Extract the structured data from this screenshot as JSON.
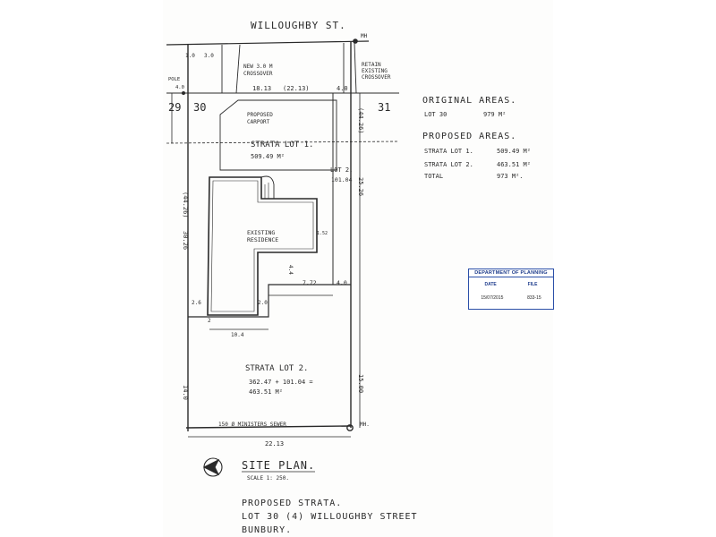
{
  "street_name": "WILLOUGHBY ST.",
  "mh_top": "MH",
  "mh_bottom": "MH.",
  "crossover_new": [
    "NEW 3.0 M",
    "CROSSOVER"
  ],
  "crossover_retain": [
    "RETAIN",
    "EXISTING",
    "CROSSOVER"
  ],
  "pole": [
    "POLE",
    "4.0"
  ],
  "lot_29": "29",
  "lot_30": "30",
  "lot_31": "31",
  "carport": [
    "PROPOSED",
    "CARPORT"
  ],
  "strata_lot_1": [
    "STRATA LOT 1.",
    "509.49 M²"
  ],
  "lot_2_strip": [
    "LOT 2.",
    "101.04"
  ],
  "residence": [
    "EXISTING",
    "RESIDENCE"
  ],
  "strata_lot_2": [
    "STRATA LOT 2.",
    "362.47 + 101.04 =",
    "463.51 M²"
  ],
  "sewer": "150 Ø MINISTERS SEWER",
  "dimensions": {
    "d_1_0": "1.0",
    "d_3_0": "3.0",
    "d_18_13": "18.13",
    "d_22_13_top": "(22.13)",
    "d_4_0_top": "4.0",
    "d_44_26_left": "(44.26)",
    "d_44_26_right": "(44.26)",
    "d_30_26": "30.26",
    "d_25_26": "25.26",
    "d_1_52": "1.52",
    "d_4_4": "4.4",
    "d_7_72": "7.72",
    "d_4_0_mid": "4.0",
    "d_2_6": "2.6",
    "d_2_0": "2.0",
    "d_2": "2",
    "d_10_4": "10.4",
    "d_14_0": "14.0",
    "d_15_00": "15.00",
    "d_22_13_bottom": "22.13"
  },
  "areas": {
    "original_heading": "ORIGINAL AREAS.",
    "original_lot_label": "LOT 30",
    "original_lot_value": "979 M²",
    "proposed_heading": "PROPOSED AREAS.",
    "rows": [
      {
        "label": "STRATA LOT 1.",
        "value": "509.49 M²"
      },
      {
        "label": "STRATA LOT 2.",
        "value": "463.51 M²"
      },
      {
        "label": "TOTAL",
        "value": "973 M²."
      }
    ]
  },
  "stamp": {
    "title": "DEPARTMENT OF PLANNING",
    "date_label": "DATE",
    "file_label": "FILE",
    "date_value": "15/07/2015",
    "file_value": "833-15"
  },
  "site_plan_title": "SITE PLAN.",
  "scale": "SCALE 1: 250.",
  "footer": [
    "PROPOSED STRATA.",
    "LOT 30 (4) WILLOUGHBY STREET",
    "BUNBURY."
  ]
}
